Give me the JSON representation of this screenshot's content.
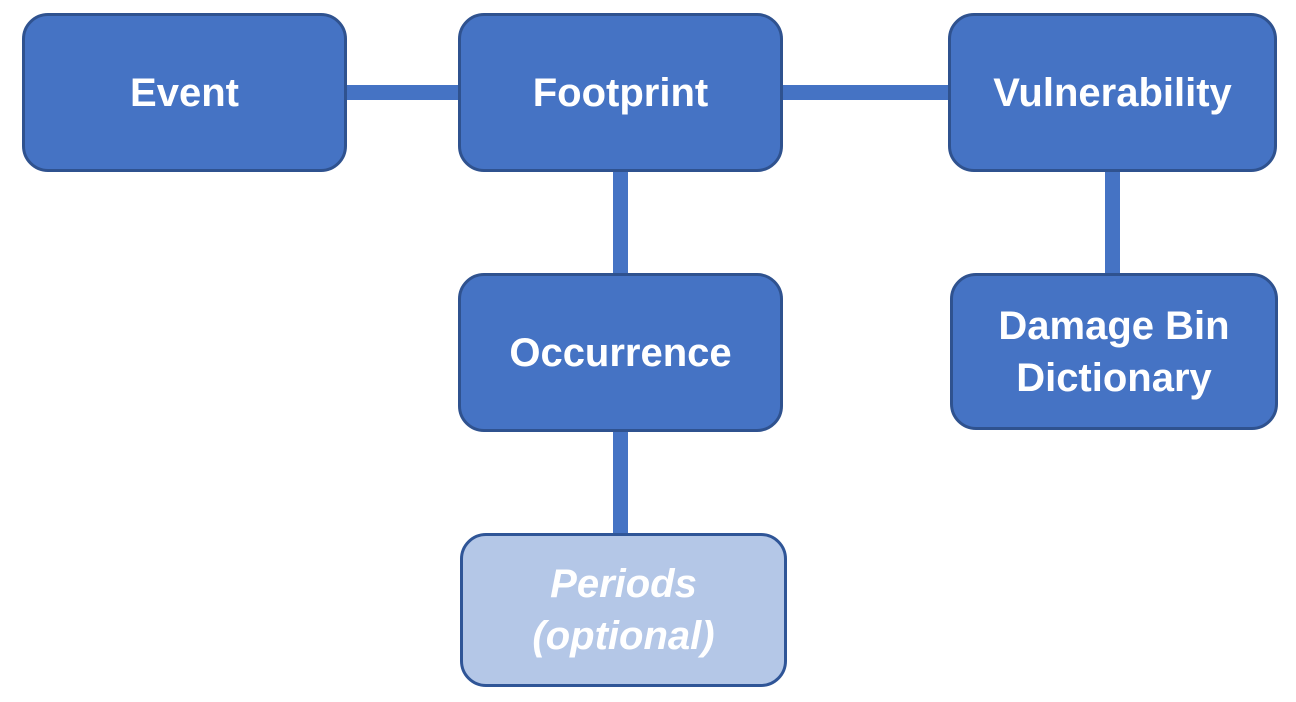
{
  "diagram": {
    "description": "Flow diagram of related model files",
    "background_color": "#FFFFFF",
    "nodes": {
      "event": {
        "label": "Event",
        "style": "primary"
      },
      "footprint": {
        "label": "Footprint",
        "style": "primary"
      },
      "vulnerability": {
        "label": "Vulnerability",
        "style": "primary"
      },
      "occurrence": {
        "label": "Occurrence",
        "style": "primary"
      },
      "damage_bin_dictionary": {
        "label": "Damage Bin Dictionary",
        "style": "primary"
      },
      "periods": {
        "label": "Periods (optional)",
        "style": "optional"
      }
    },
    "edges": [
      {
        "from": "event",
        "to": "footprint"
      },
      {
        "from": "footprint",
        "to": "vulnerability"
      },
      {
        "from": "footprint",
        "to": "occurrence"
      },
      {
        "from": "vulnerability",
        "to": "damage_bin_dictionary"
      },
      {
        "from": "occurrence",
        "to": "periods"
      }
    ],
    "colors": {
      "node_fill": "#4573C4",
      "node_border": "#2F528F",
      "optional_node_fill": "#B4C7E7",
      "optional_node_border": "#2F5597",
      "connector": "#4573C4",
      "text": "#FFFFFF"
    }
  }
}
